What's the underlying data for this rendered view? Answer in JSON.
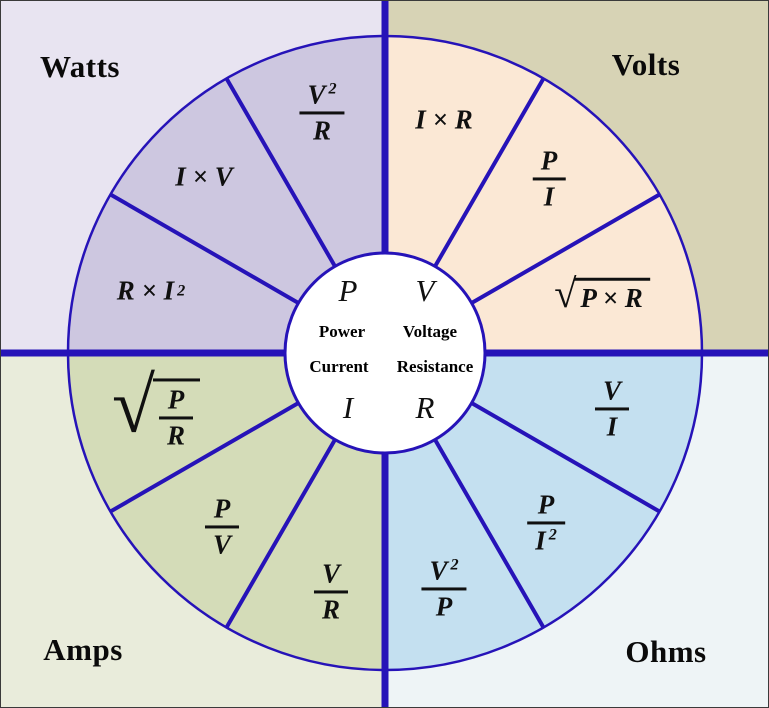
{
  "colors": {
    "line": "#2613b8",
    "center_fill": "#ffffff",
    "watts_bg": "#e8e4f1",
    "watts_sector": "#cdc7e0",
    "volts_bg": "#d7d3b5",
    "volts_sector": "#fbe8d5",
    "amps_bg": "#e9ecdb",
    "amps_sector": "#d4dcb8",
    "ohms_bg": "#eef4f6",
    "ohms_sector": "#c4e0f0"
  },
  "quadrants": {
    "watts": {
      "label": "Watts",
      "formula_v2_over_r": {
        "num_base": "V",
        "num_sup": "2",
        "den": "R"
      },
      "formula_i_times_v": {
        "text": "I × V"
      },
      "formula_r_times_i2": {
        "base": "R × I",
        "sup": "2"
      }
    },
    "volts": {
      "label": "Volts",
      "formula_i_times_r": {
        "text": "I × R"
      },
      "formula_p_over_i": {
        "num": "P",
        "den": "I"
      },
      "formula_sqrt_p_times_r": {
        "radical": "√",
        "radicand": "P × R"
      }
    },
    "amps": {
      "label": "Amps",
      "formula_sqrt_p_over_r": {
        "radical": "√",
        "num": "P",
        "den": "R"
      },
      "formula_p_over_v": {
        "num": "P",
        "den": "V"
      },
      "formula_v_over_r": {
        "num": "V",
        "den": "R"
      }
    },
    "ohms": {
      "label": "Ohms",
      "formula_v_over_i": {
        "num": "V",
        "den": "I"
      },
      "formula_p_over_i2": {
        "num": "P",
        "den_base": "I",
        "den_sup": "2"
      },
      "formula_v2_over_p": {
        "num_base": "V",
        "num_sup": "2",
        "den": "P"
      }
    }
  },
  "center": {
    "power_symbol": "P",
    "voltage_symbol": "V",
    "current_symbol": "I",
    "resistance_symbol": "R",
    "power_label": "Power",
    "voltage_label": "Voltage",
    "current_label": "Current",
    "resistance_label": "Resistance"
  }
}
